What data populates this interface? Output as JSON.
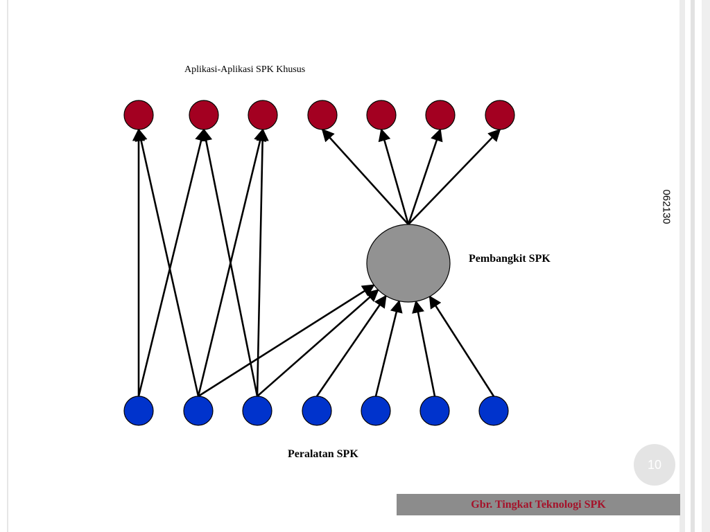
{
  "slide": {
    "title_top": "Aplikasi-Aplikasi SPK Khusus",
    "generator_label": "Pembangkit SPK",
    "tools_label": "Peralatan SPK",
    "vertical_code": "062130",
    "page_number": "10",
    "caption": "Gbr. Tingkat Teknologi SPK"
  },
  "colors": {
    "application_node": "#a30021",
    "tool_node": "#0033cc",
    "generator_node": "#929292",
    "edge": "#000000",
    "caption_text": "#a5122a",
    "caption_bar": "#8c8c8c"
  },
  "diagram": {
    "applications": [
      "app-1",
      "app-2",
      "app-3",
      "app-4",
      "app-5",
      "app-6",
      "app-7"
    ],
    "tools": [
      "tool-1",
      "tool-2",
      "tool-3",
      "tool-4",
      "tool-5",
      "tool-6",
      "tool-7"
    ],
    "generator": "generator",
    "edges": [
      {
        "from": "tool-1",
        "to": "app-1"
      },
      {
        "from": "tool-2",
        "to": "app-1"
      },
      {
        "from": "tool-1",
        "to": "app-2"
      },
      {
        "from": "tool-3",
        "to": "app-2"
      },
      {
        "from": "tool-2",
        "to": "app-3"
      },
      {
        "from": "tool-3",
        "to": "app-3"
      },
      {
        "from": "tool-2",
        "to": "generator"
      },
      {
        "from": "tool-3",
        "to": "generator"
      },
      {
        "from": "tool-4",
        "to": "generator"
      },
      {
        "from": "tool-5",
        "to": "generator"
      },
      {
        "from": "tool-6",
        "to": "generator"
      },
      {
        "from": "tool-7",
        "to": "generator"
      },
      {
        "from": "generator",
        "to": "app-4"
      },
      {
        "from": "generator",
        "to": "app-5"
      },
      {
        "from": "generator",
        "to": "app-6"
      },
      {
        "from": "generator",
        "to": "app-7"
      }
    ]
  }
}
